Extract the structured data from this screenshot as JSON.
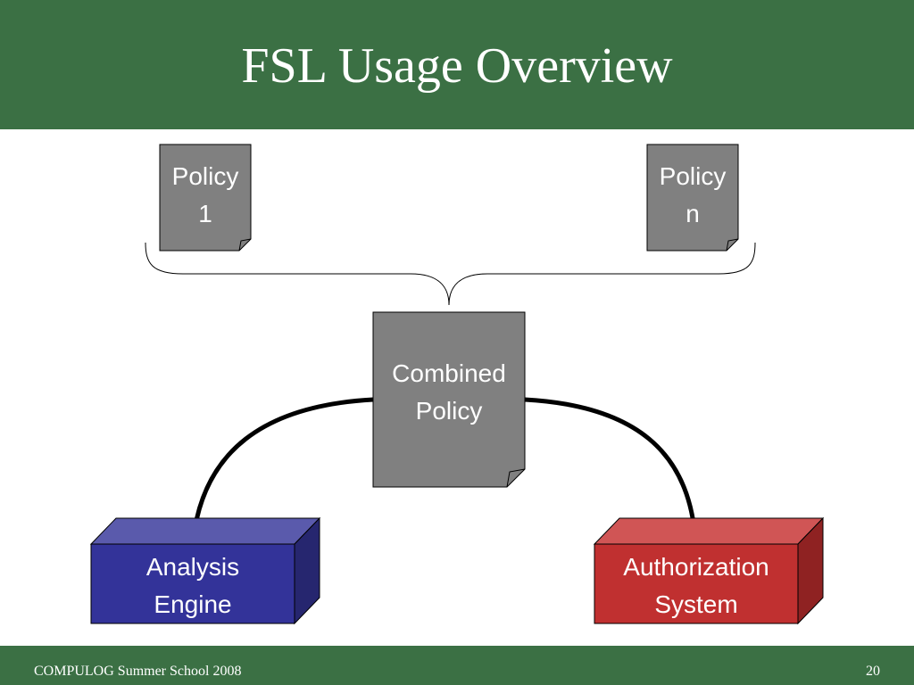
{
  "slide": {
    "title": "FSL Usage Overview",
    "footer_left": "COMPULOG Summer School 2008",
    "page_number": "20"
  },
  "colors": {
    "header_green": "#3b7044",
    "document_gray": "#808080",
    "engine_blue": "#333399",
    "auth_red": "#c03030"
  },
  "nodes": {
    "policy_1": "Policy\n1",
    "policy_n": "Policy\nn",
    "combined_policy": "Combined\nPolicy",
    "analysis_engine": "Analysis\nEngine",
    "authorization_system": "Authorization\nSystem"
  }
}
